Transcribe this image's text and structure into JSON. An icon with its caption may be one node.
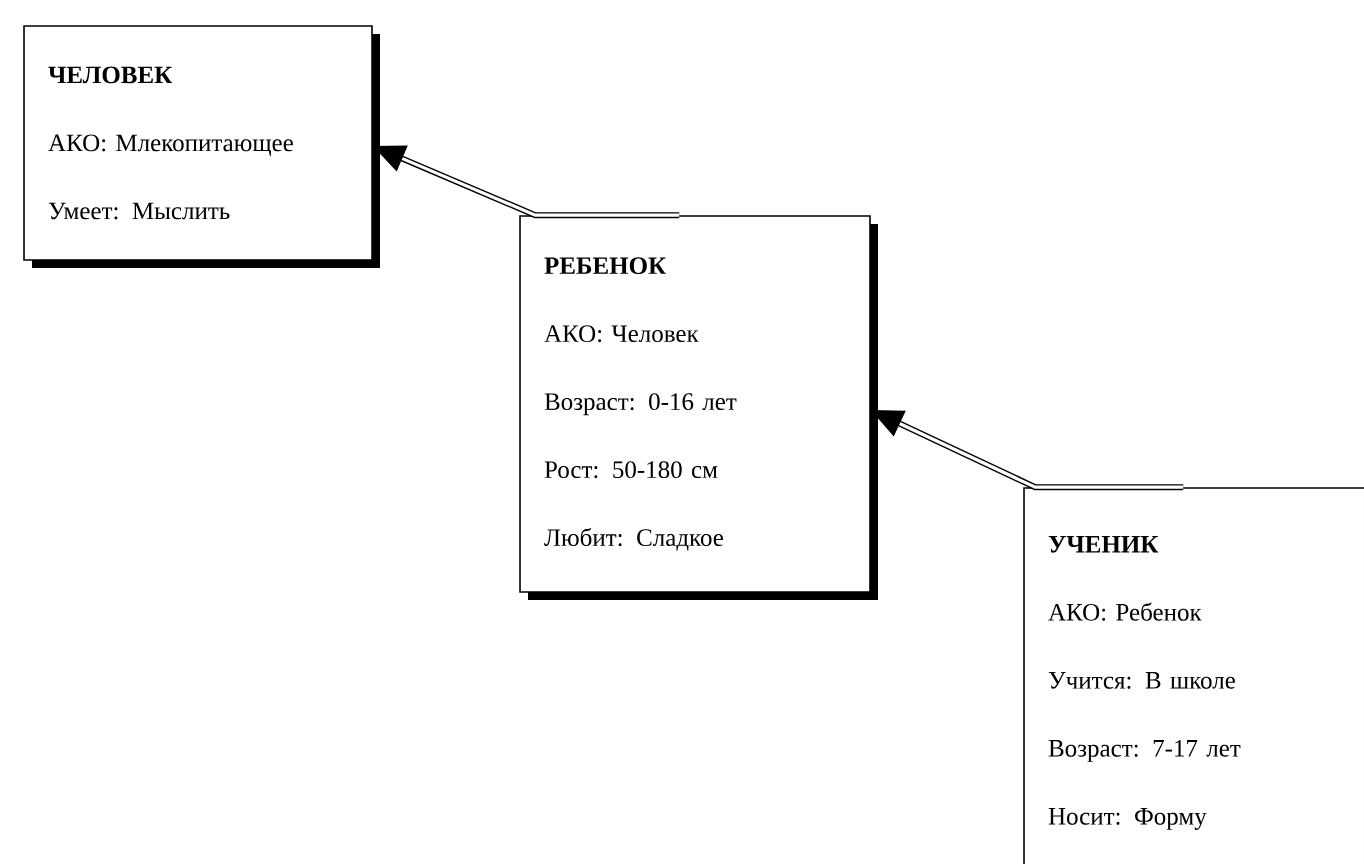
{
  "diagram": {
    "nodes": [
      {
        "text": [
          "ЧЕЛОВЕК",
          "АКО: Млекопитающее",
          "Умеет: Мыслить"
        ]
      },
      {
        "text": [
          "РЕБЕНОК",
          "АКО: Человек",
          "Возраст: 0-16 лет",
          "Рост: 50-180 см",
          "Любит: Сладкое"
        ]
      },
      {
        "text": [
          "УЧЕНИК",
          "АКО: Ребенок",
          "Учится: В школе",
          "Возраст: 7-17 лет",
          "Носит: Форму"
        ]
      }
    ],
    "edges": [
      {
        "from": 1,
        "to": 0,
        "arrow": "to"
      },
      {
        "from": 2,
        "to": 1,
        "arrow": "to"
      }
    ]
  }
}
